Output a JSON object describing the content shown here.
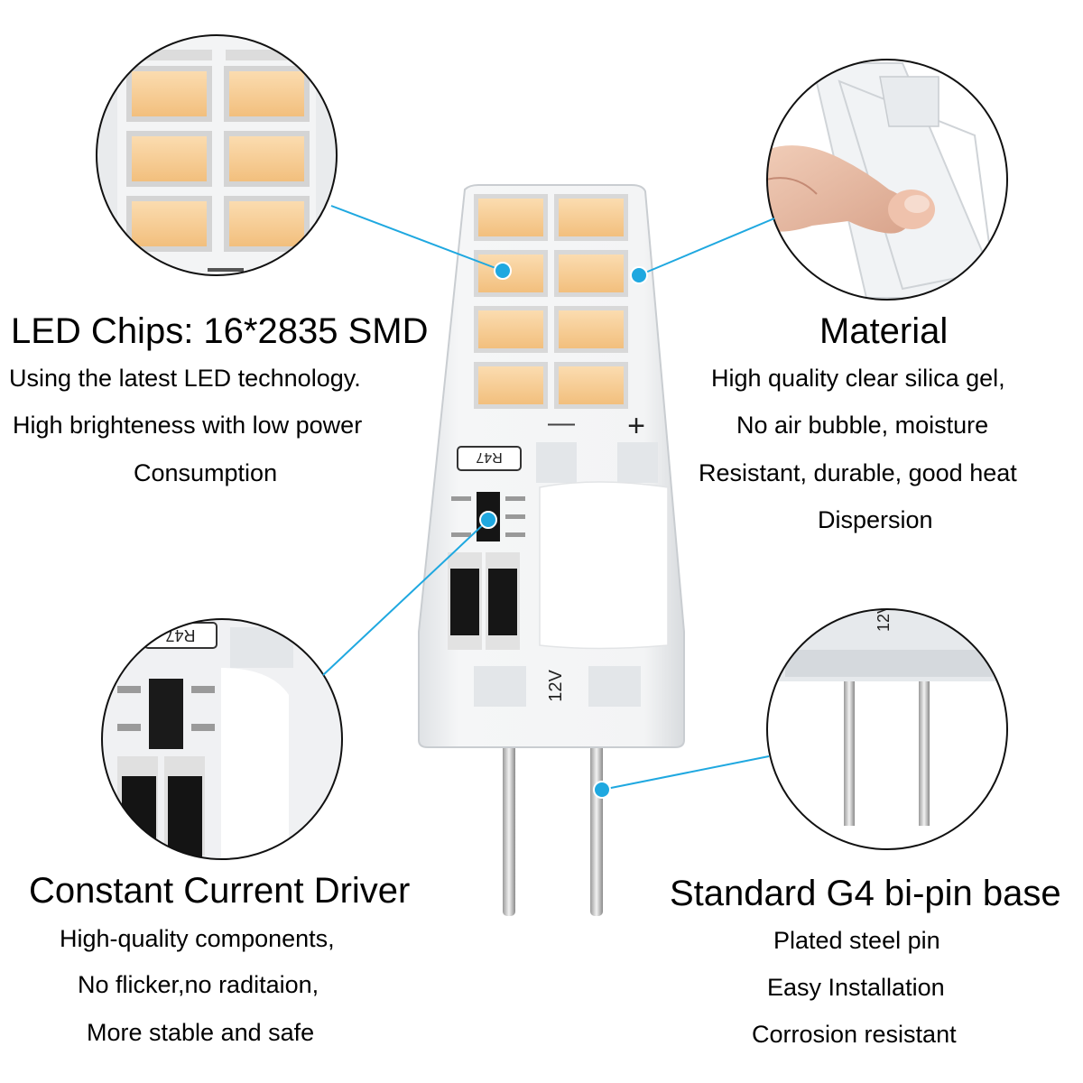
{
  "features": {
    "led_chips": {
      "title": "LED Chips: 16*2835 SMD",
      "lines": [
        "Using the latest LED technology.",
        "High brighteness with low power",
        "Consumption"
      ]
    },
    "material": {
      "title": "Material",
      "lines": [
        "High quality clear silica gel,",
        "No air bubble, moisture",
        "Resistant, durable, good heat",
        "Dispersion"
      ]
    },
    "driver": {
      "title": "Constant Current Driver",
      "lines": [
        "High-quality components,",
        "No flicker,no raditaion,",
        "More stable and safe"
      ]
    },
    "base": {
      "title": "Standard G4 bi-pin base",
      "lines": [
        "Plated steel pin",
        "Easy Installation",
        "Corrosion resistant"
      ]
    }
  },
  "bulb": {
    "resistor_label": "R47",
    "voltage_label": "12V",
    "minus_sign": "—",
    "plus_sign": "+"
  },
  "colors": {
    "accent": "#1fa8e0",
    "led": "#f6c98e",
    "led_edge": "#d9d9d9",
    "body": "#eef0f2"
  }
}
